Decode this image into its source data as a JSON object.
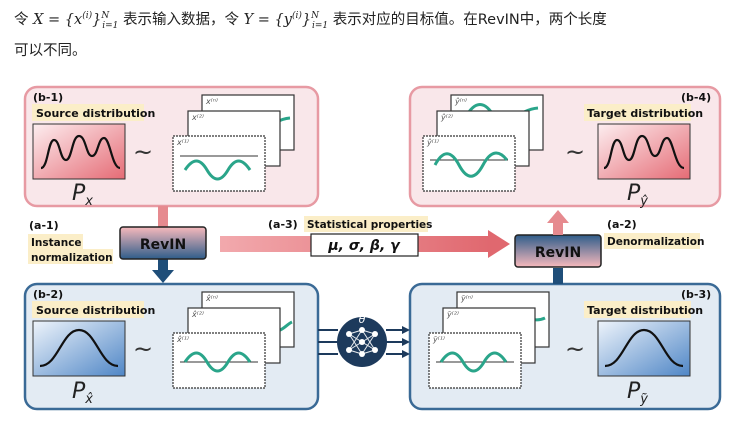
{
  "intro": {
    "line1_part1": "令 ",
    "X_set": "X = {x",
    "x_sup": "(i)",
    "set_close": "}",
    "set_sup": "N",
    "set_sub": "i=1",
    "line1_part2": " 表示输入数据，令 ",
    "Y_set": "Y = {y",
    "y_sup": "(i)",
    "line1_part3": " 表示对应的目标值。在RevIN中，两个长度",
    "line2": "可以不同。"
  },
  "diagram": {
    "b1_label": "(b-1)",
    "b1_title": "Source distribution",
    "b1_dist": "P",
    "b1_dist_sub": "x",
    "b2_label": "(b-2)",
    "b2_title": "Source distribution",
    "b2_dist": "P",
    "b2_dist_sub": "x̂",
    "b3_label": "(b-3)",
    "b3_title": "Target distribution",
    "b3_dist": "P",
    "b3_dist_sub": "ỹ",
    "b4_label": "(b-4)",
    "b4_title": "Target distribution",
    "b4_dist": "P",
    "b4_dist_sub": "ŷ",
    "a1_label": "(a-1)",
    "a1_text1": "Instance",
    "a1_text2": "normalization",
    "a2_label": "(a-2)",
    "a2_text": "Denormalization",
    "a3_label": "(a-3)",
    "a3_text": "Statistical properties",
    "stats": "μ,  σ,  β,  γ",
    "revin_left": "RevIN",
    "revin_right": "RevIN",
    "tilde": "~",
    "theta": "θ",
    "card_x1": "x⁽¹⁾",
    "card_x2": "x⁽²⁾",
    "card_xn": "x⁽ⁿ⁾",
    "card_xh1": "x̂⁽¹⁾",
    "card_xh2": "x̂⁽²⁾",
    "card_xhn": "x̂⁽ⁿ⁾",
    "card_yt1": "ỹ⁽¹⁾",
    "card_yt2": "ỹ⁽²⁾",
    "card_ytn": "ỹ⁽ⁿ⁾",
    "card_yh1": "ŷ⁽¹⁾",
    "card_yh2": "ŷ⁽²⁾",
    "card_yhn": "ŷ⁽ⁿ⁾"
  },
  "colors": {
    "pink_panel": "#f9e7ea",
    "pink_border": "#e79aa3",
    "blue_panel": "#e3ebf3",
    "blue_border": "#3a6a96",
    "wave_teal": "#2aa58a",
    "label_bg": "#fbeec8",
    "arrow_pink": "#e68a8f",
    "arrow_navy": "#1f4e79",
    "nn_navy": "#1d3a5c"
  }
}
